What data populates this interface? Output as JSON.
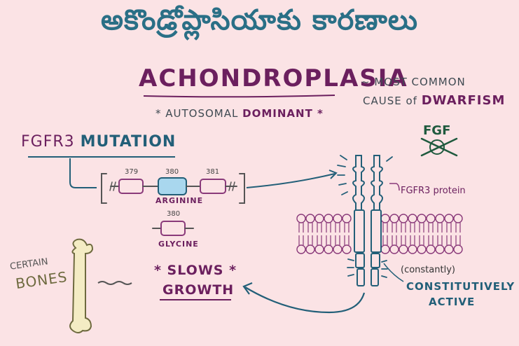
{
  "header": {
    "title_telugu": "అకొండ్రోప్లాసియాకు కారణాలు"
  },
  "diagram": {
    "title": "ACHONDROPLASIA",
    "note_most_common": "~ MOST COMMON",
    "note_cause": "CAUSE of",
    "note_dwarfism": "DWARFISM",
    "autosomal": "* AUTOSOMAL",
    "dominant": "DOMINANT *",
    "fgfr3": "FGFR3",
    "mutation": "MUTATION",
    "codon_379": "379",
    "codon_380": "380",
    "codon_381": "381",
    "arginine": "ARGININE",
    "codon_380_alt": "380",
    "glycine": "GLYCINE",
    "fgf": "FGF",
    "fgfr3_protein": "FGFR3 protein",
    "constantly": "(constantly)",
    "constitutively": "CONSTITUTIVELY",
    "active": "ACTIVE",
    "certain": "CERTAIN",
    "bones": "BONES",
    "slows": "* SLOWS *",
    "growth": "GROWTH"
  },
  "colors": {
    "background": "#fbe3e5",
    "title_teal": "#2a6f86",
    "purple": "#6b1f5e",
    "teal": "#225f78",
    "bone": "#f4ecc4",
    "membrane": "#d7a8c5",
    "arginine_box": "#a9d7ee"
  }
}
